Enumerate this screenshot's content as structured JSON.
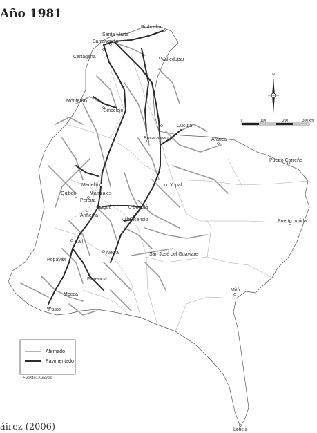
{
  "title": "Año 1981",
  "footer": "áirez (2006)",
  "source": "Fuente: Autores",
  "legend": {
    "afirmado": "Afirmado",
    "pavimentado": "Pavimentado"
  },
  "north_label": "N",
  "scale": {
    "zero": "0",
    "mid1": "100",
    "mid2": "200",
    "end": "300 km"
  },
  "cities": {
    "riohacha": "Riohacha",
    "santa_marta": "Santa Marta",
    "barranquilla": "Barranquilla",
    "cartagena": "Cartagena",
    "valledupar": "Valledupar",
    "sincelejo": "Sincelejo",
    "monteria": "Montería",
    "cucuta": "Cúcuta",
    "arauca": "Arauca",
    "bucaramanga": "Bucaramanga",
    "puerto_carreno": "Puerto Carreño",
    "medellin": "Medellín",
    "quibdo": "Quibdó",
    "yopal": "Yopal",
    "manizales": "Manizales",
    "pereira": "Pereira",
    "ibague": "Ibagué",
    "armenia": "Armenia",
    "bogota": "Bogotá",
    "villavicencio": "Villavicencio",
    "cali": "Cali",
    "neiva": "Neiva",
    "puerto_inirida": "Puerto Inírida",
    "san_jose": "San José del Guaviare",
    "popayan": "Popayán",
    "florencia": "Florencia",
    "mitu": "Mitú",
    "pasto": "Pasto",
    "mocoa": "Mocoa",
    "leticia": "Leticia"
  },
  "colors": {
    "afirmado": "#9a9a9a",
    "pavimentado": "#2b2b2b",
    "border": "#555555"
  }
}
